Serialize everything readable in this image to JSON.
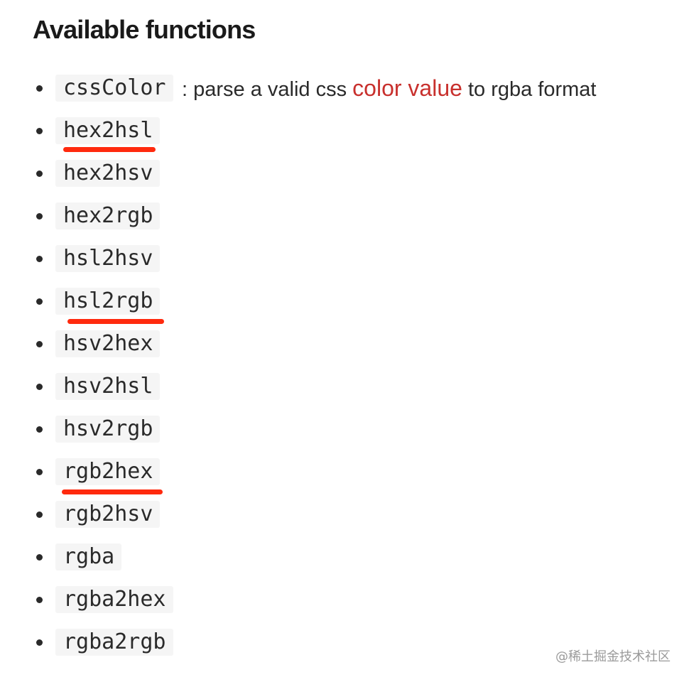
{
  "heading": "Available functions",
  "functions": [
    {
      "name": "cssColor",
      "desc_before": ": parse a valid css ",
      "desc_link": "color value",
      "desc_after": " to rgba format"
    },
    {
      "name": "hex2hsl"
    },
    {
      "name": "hex2hsv"
    },
    {
      "name": "hex2rgb"
    },
    {
      "name": "hsl2hsv"
    },
    {
      "name": "hsl2rgb"
    },
    {
      "name": "hsv2hex"
    },
    {
      "name": "hsv2hsl"
    },
    {
      "name": "hsv2rgb"
    },
    {
      "name": "rgb2hex"
    },
    {
      "name": "rgb2hsv"
    },
    {
      "name": "rgba"
    },
    {
      "name": "rgba2hex"
    },
    {
      "name": "rgba2rgb"
    }
  ],
  "highlighted_functions": [
    "hex2hsl",
    "hsl2rgb",
    "rgb2hex"
  ],
  "watermark": "@稀土掘金技术社区",
  "colors": {
    "link": "#c8302d",
    "underline": "#ff2a0e",
    "code_background": "#f5f5f5"
  }
}
